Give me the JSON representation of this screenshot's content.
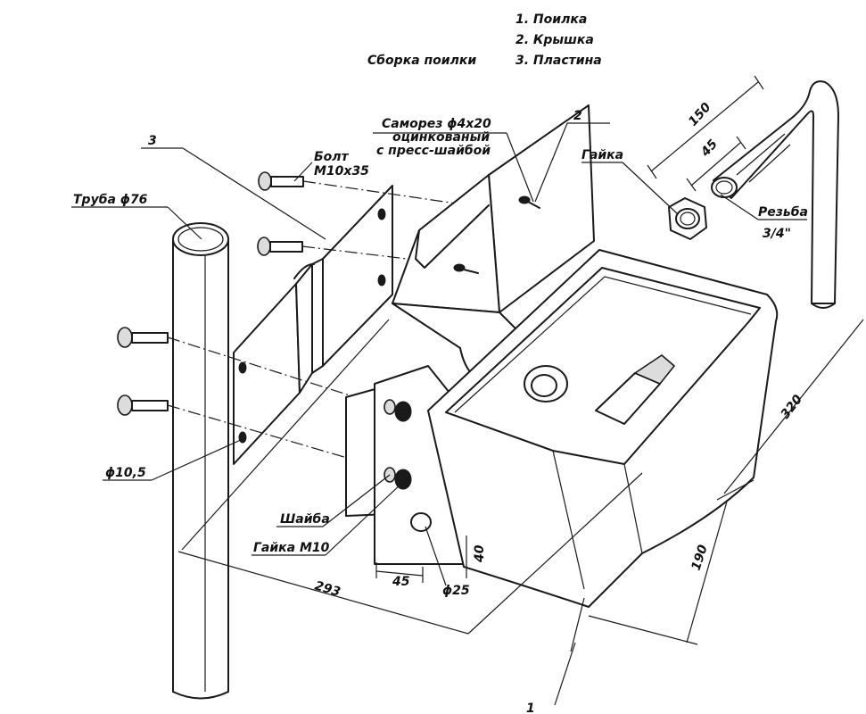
{
  "title": "Сборка поилки",
  "legend": [
    "1. Поилка",
    "2. Крышка",
    "3. Пластина"
  ],
  "callouts": {
    "part1": "1",
    "part2": "2",
    "part3": "3",
    "pipe": "Труба ϕ76",
    "bolt_line1": "Болт",
    "bolt_line2": "M10x35",
    "screw_line1": "Саморез ϕ4x20",
    "screw_line2": "оцинкованый",
    "screw_line3": "с пресс-шайбой",
    "nut": "Гайка",
    "thread_line1": "Резьба",
    "thread_line2": "3/4\"",
    "hole": "ϕ10,5",
    "washer": "Шайба",
    "nut_m10": "Гайка M10",
    "hole25": "ϕ25"
  },
  "dimensions": {
    "pipe_length": "150",
    "thread_length": "45",
    "bowl_length": "320",
    "bowl_height": "190",
    "overall_width": "293",
    "hole_offset": "45",
    "hole_height": "40"
  }
}
